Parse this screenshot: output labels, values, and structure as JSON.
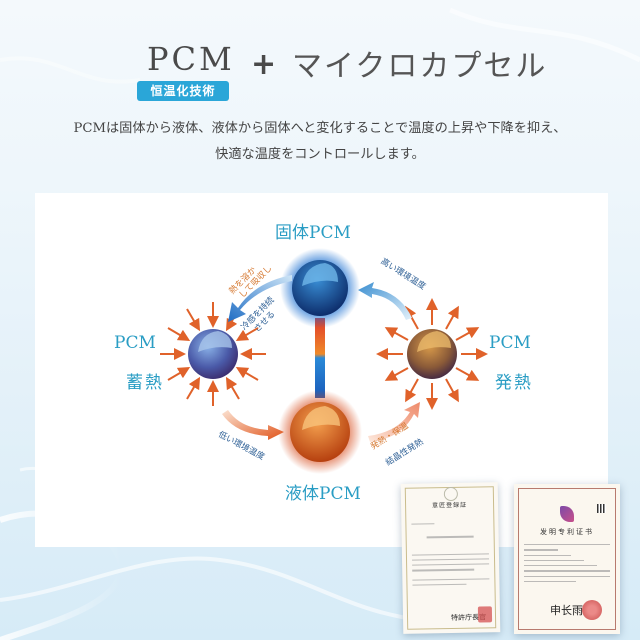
{
  "header": {
    "title_main": "PCM",
    "title_badge": "恒温化技術",
    "title_plus": "+",
    "title_sub": "マイクロカプセル",
    "description_line1": "PCMは固体から液体、液体から固体へと変化することで温度の上昇や下降を抑え、",
    "description_line2": "快適な温度をコントロールします。"
  },
  "diagram": {
    "top_label": "固体PCM",
    "bottom_label": "液体PCM",
    "left_label_1": "PCM",
    "left_label_2": "蓄熱",
    "right_label_1": "PCM",
    "right_label_2": "発熱",
    "annotations": {
      "absorb_line1": "熱を溶か",
      "absorb_line2": "して吸収し",
      "cool_line1": "冷感を持続",
      "cool_line2": "させる",
      "high_temp": "高い環境温度",
      "low_temp": "低い環境温度",
      "heat_keep": "発熱・保温",
      "crystal_heat": "結晶性発熱"
    }
  },
  "certificates": [
    {
      "title": "意匠登録証",
      "signature": "特許庁長官"
    },
    {
      "title": "发明专利证书",
      "signature": "申长雨"
    }
  ],
  "colors": {
    "accent_blue": "#2aa6d8",
    "label_teal": "#2a9dc4",
    "arrow_orange": "#e0622a",
    "arrow_blue": "#2f86c9"
  }
}
